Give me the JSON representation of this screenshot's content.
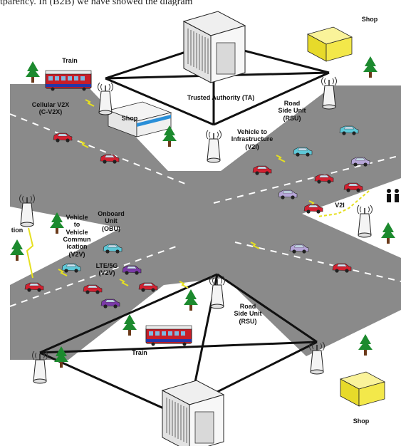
{
  "caption": "tparency. In (B2B) we have showed the diagram",
  "labels": {
    "ta_top": "Trusted Authority (TA)",
    "train_top": "Train",
    "train_bottom": "Train",
    "cv2x": "Cellular V2X\n(C-V2X)",
    "shop_top_left": "Shop",
    "shop_top_right": "Shop",
    "shop_bottom_right": "Shop",
    "rsu_top": "Road\nSide Unit\n(RSU)",
    "rsu_bottom": "Road\nSide Unit\n(RSU)",
    "v2i_upper": "Vehicle to\nInfrastructure\n(V2I)",
    "v2i_right": "V2I",
    "v2v_comm": "Vehicle\nto\nVehicle\nCommun\nication\n(V2V)",
    "obu": "Onboard\nUnit\n(OBU)",
    "lte": "LTE/5G\n(V2V)",
    "cut_left": "tion"
  },
  "colors": {
    "road": "#8a8a8a",
    "ground": "#ffffff",
    "lane": "#ffffff",
    "car_red": "#d32030",
    "car_blue": "#2455c8",
    "car_cyan": "#5ec8d8",
    "car_lilac": "#b6a6d8",
    "car_purple": "#7a3aa8",
    "tree": "#1c8a2e",
    "bus": "#c81e28",
    "shop_yellow": "#f2e64a",
    "signal": "#e6e020"
  }
}
